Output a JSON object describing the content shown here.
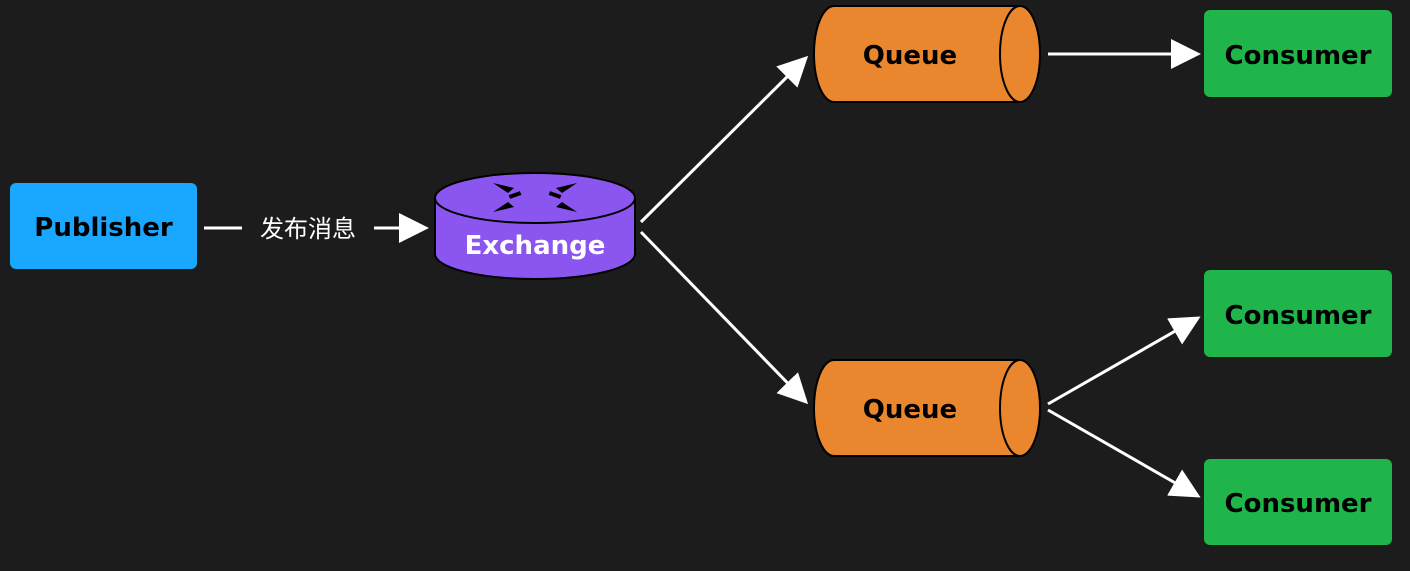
{
  "publisher": {
    "label": "Publisher",
    "color": "#1aa7ff"
  },
  "exchange": {
    "label": "Exchange",
    "color": "#8b56f0"
  },
  "edge_publish": {
    "label": "发布消息"
  },
  "queues": [
    {
      "label": "Queue",
      "color": "#ea872e"
    },
    {
      "label": "Queue",
      "color": "#ea872e"
    }
  ],
  "consumers": [
    {
      "label": "Consumer",
      "color": "#1fb54a"
    },
    {
      "label": "Consumer",
      "color": "#1fb54a"
    },
    {
      "label": "Consumer",
      "color": "#1fb54a"
    }
  ],
  "colors": {
    "background": "#1c1c1c",
    "edge": "#ffffff",
    "outline": "#000000"
  }
}
